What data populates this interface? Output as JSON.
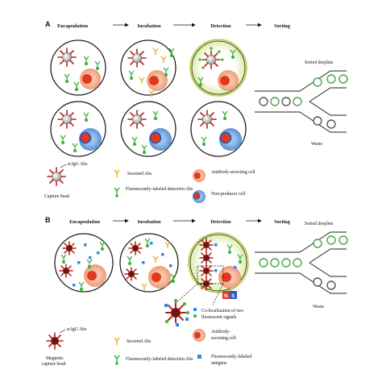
{
  "panel_a": {
    "letter": "A",
    "steps": [
      "Encapsulation",
      "Incubation",
      "Detection",
      "Sorting"
    ],
    "sorted_label": "Sorted droplets",
    "waste_label": "Waste",
    "legend": {
      "capture_bead": "Capture bead",
      "aigg": "α-IgG Abs",
      "secreted": "Secreted Abs",
      "detection_abs": "Fluorescently-labeled detection Abs",
      "antibody_cell": "Antibody-secreting cell",
      "nonproducer_cell": "Non-producer cell"
    }
  },
  "panel_b": {
    "letter": "B",
    "steps": [
      "Encapsulation",
      "Incubation",
      "Detection",
      "Sorting"
    ],
    "sorted_label": "Sorted droplets",
    "waste_label": "Waste",
    "magnet_n": "N",
    "magnet_s": "S",
    "legend": {
      "aigg": "α-IgG Abs",
      "colocalization": "Co-localization of two fluorescent signals",
      "magnetic_bead": "Magnetic capture bead",
      "secreted": "Secreted Abs",
      "detection_abs": "Fluorescently-labeled detection Abs",
      "antibody_cell": "Antibody-secreting cell",
      "antigens": "Fluorescently-labeled antigens"
    }
  },
  "colors": {
    "cell_pink": "#f3b08f",
    "nucleus_red": "#e2381c",
    "cell_blue": "#6ea3dc",
    "nucleus_blue": "#1c53c2",
    "bead_red": "#b6231a",
    "green_ab": "#3bb43b",
    "yellow_ab": "#e9b32a",
    "antigen_blue": "#2f8de4",
    "glow": "#dfeeb0"
  }
}
